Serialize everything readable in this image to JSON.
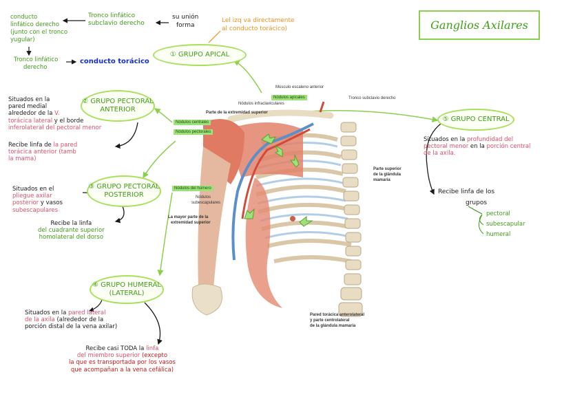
{
  "title": "Ganglios Axilares",
  "apical": {
    "label": "① GRUPO APICAL",
    "union_word": "su unión",
    "forma_word": "forma",
    "tronco_subclavio": [
      "Tronco linfático",
      "subclavio derecho"
    ],
    "left_note": [
      "conducto",
      "linfático derecho",
      "(junto con el tronco",
      "yugular)"
    ],
    "tronco_lower": [
      "Tronco linfático",
      "derecho"
    ],
    "conducto": "conducto torácico",
    "orange_note": [
      "Lel izq va directamente",
      "al conducto torácico)"
    ]
  },
  "pectoral": {
    "label": [
      "② GRUPO PECTORAL",
      "ANTERIOR"
    ],
    "situated_black_1": "Situados en la",
    "situated_black_2": "pared medial",
    "situated_black_3": "alrededor de la",
    "situated_red_1": "V.",
    "situated_red_2": "torácica lateral",
    "situated_black_4": "y el borde",
    "situated_red_3": "inferolateral del pectoral menor",
    "recibe_black": "Recibe linfa de",
    "recibe_red_1": "la pared",
    "recibe_red_2": "torácica anterior (tamb",
    "recibe_red_3": "la mama)"
  },
  "posterior": {
    "label": [
      "③ GRUPO PECTORAL",
      "POSTERIOR"
    ],
    "sit_black": "Situados en el",
    "sit_red_1": "pliegue axilar",
    "sit_red_2": "posterior",
    "sit_black_2": "y vasos",
    "sit_red_3": "subescapulares",
    "recibe_black": "Recibe la linfa",
    "recibe_2": "del cuadrante superior",
    "recibe_3": "homolateral del dorso"
  },
  "humeral": {
    "label": [
      "④ GRUPO HUMERAL",
      "(LATERAL)"
    ],
    "sit_black": "Situados en la",
    "sit_red_1": "pared lateral",
    "sit_red_2": "de la axila",
    "sit_black_2": "(alrededor de la",
    "sit_black_3": "porción distal de la vena axilar)",
    "recibe_black": "Recibe casi TODA la",
    "recibe_red_1": "linfa",
    "recibe_red_2": "del miembro superior",
    "recibe_red_3": "(excepto",
    "recibe_red_4": "la que es transportada por los vasos",
    "recibe_red_5": "que acompañan a la vena cefálica)"
  },
  "central": {
    "label": "⑤ GRUPO CENTRAL",
    "sit_black": "Situados en la",
    "sit_red_1": "profundidad del",
    "sit_red_2": "pectoral menor",
    "sit_black_2": "en la",
    "sit_red_3": "porción central",
    "sit_red_4": "de la axila.",
    "recibe_1": "Recibe linfa de los",
    "recibe_2": "grupos",
    "list": [
      "pectoral",
      "subescapular",
      "humeral"
    ]
  },
  "figure_labels": {
    "escaleno": "Músculo escaleno anterior",
    "apicales": "Nódulos apicales",
    "infraclav": "Nódulos infraclaviculares",
    "tronco": "Tronco subclavio derecho",
    "ext_sup": "Parte de la extremidad superior",
    "centrales": "Nódulos centrales",
    "pectorales": "Nódulos pectorales",
    "humero": "Nódulos del húmero",
    "subesc": [
      "Nódulos",
      "subescapulares"
    ],
    "mayor": [
      "La mayor parte de la",
      "extremidad superior"
    ],
    "mama_sup": [
      "Parte superior",
      "de la glándula",
      "mamaria"
    ],
    "pared": [
      "Pared torácica anterolateral",
      "y parte centrolateral",
      "de la glándula mamaria"
    ]
  },
  "colors": {
    "accent_green": "#a8e05a",
    "text_green": "#3f9d18",
    "red": "#e0506a",
    "orange": "#ef9220",
    "blue": "#1530c8"
  }
}
